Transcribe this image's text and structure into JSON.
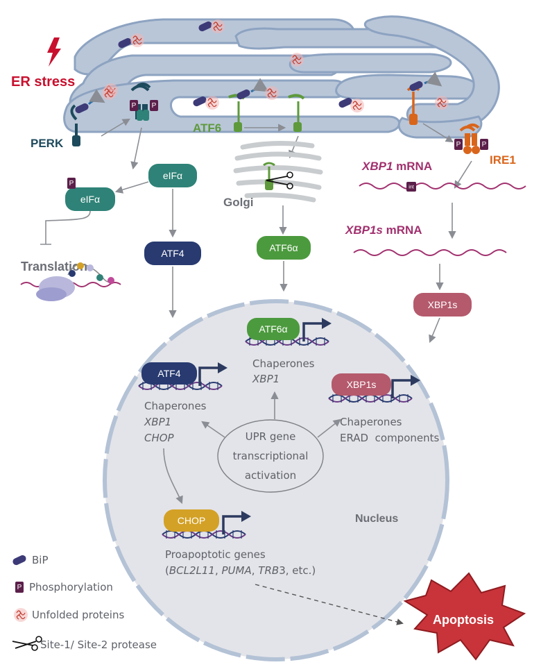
{
  "stress": {
    "label": "ER stress"
  },
  "sensors": {
    "perk": "PERK",
    "atf6": "ATF6",
    "ire1": "IRE1"
  },
  "golgi": "Golgi",
  "eif": {
    "phospho": "eIFα",
    "plain": "eIFα"
  },
  "translation": "Translation",
  "factors": {
    "atf4": "ATF4",
    "atf6a": "ATF6α",
    "xbp1s": "XBP1s",
    "chop": "CHOP"
  },
  "mrna": {
    "xbp1_gene": "XBP1",
    "xbp1s_gene": "XBP1s",
    "suffix": "mRNA",
    "intron": "int"
  },
  "phospho_mark": "P",
  "nucleus": {
    "label": "Nucleus",
    "center": [
      "UPR gene",
      "transcriptional",
      "activation"
    ],
    "atf6_targets": [
      "Chaperones",
      "XBP1"
    ],
    "atf4_targets": [
      "Chaperones",
      "XBP1",
      "CHOP"
    ],
    "xbp1s_targets": [
      "Chaperones",
      "ERAD  components"
    ],
    "chop_targets": {
      "line1": "Proapoptotic genes",
      "open": "(",
      "g1": "BCL2L11",
      "sep1": ", ",
      "g2": "PUMA",
      "sep2": ", ",
      "g3": "TRB",
      "g3b": "3",
      "tail": ", etc.)"
    }
  },
  "apoptosis": "Apoptosis",
  "legend": [
    {
      "icon": "bip-icon",
      "label": "BiP"
    },
    {
      "icon": "phosphorylation-icon",
      "label": "Phosphorylation"
    },
    {
      "icon": "unfolded-protein-icon",
      "label": "Unfolded proteins"
    },
    {
      "icon": "scissors-icon",
      "label": "Site-1/ Site-2 protease"
    }
  ],
  "colors": {
    "er": "#b9c6d8",
    "er_stroke": "#8da3c1",
    "perk": "#1d4a5c",
    "atf6": "#5e9a3b",
    "ire1": "#d9651b",
    "eif": "#2f8277",
    "atf4": "#283a70",
    "atf6a": "#4c9a3e",
    "xbp1s": "#b45a6c",
    "chop": "#d3a126",
    "mrna": "#a1306e",
    "phospho": "#5b1f4a",
    "bip": "#3d3a78",
    "nucleus": "#e3e4e9",
    "apoptosis": "#c8343a",
    "stress": "#c8102e"
  }
}
